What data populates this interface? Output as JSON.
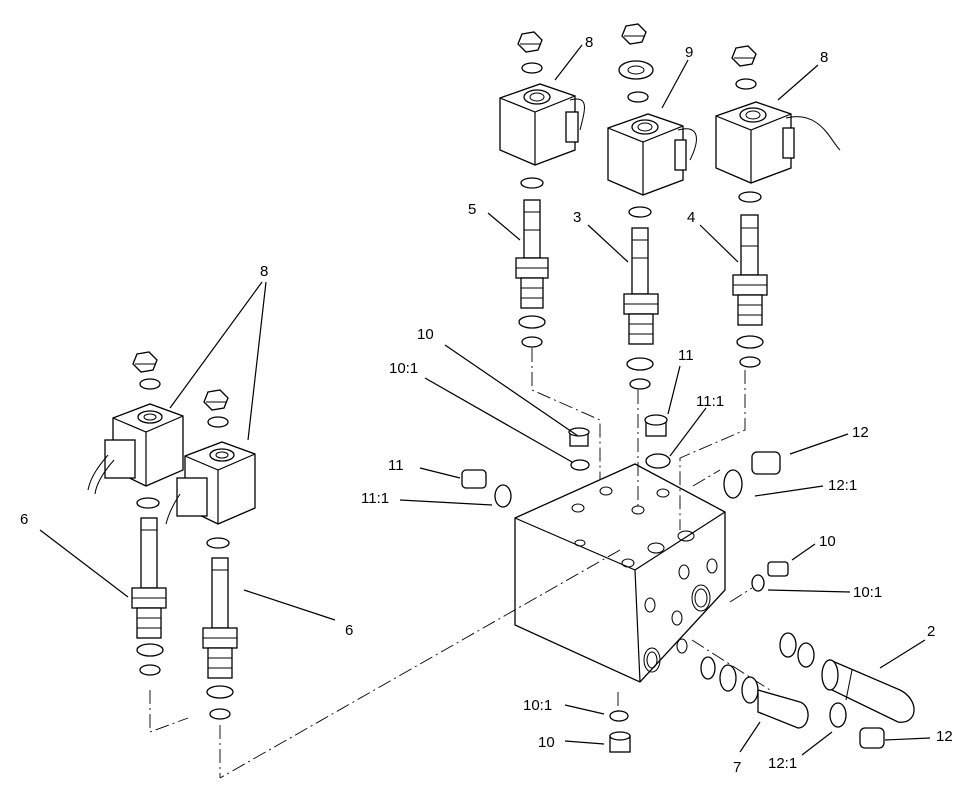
{
  "diagram": {
    "callouts": {
      "c8a": "8",
      "c9": "9",
      "c8b": "8",
      "c5": "5",
      "c3": "3",
      "c4": "4",
      "c8left": "8",
      "c10top": "10",
      "c10_1top": "10:1",
      "c11top": "11",
      "c11_1top": "11:1",
      "c11left": "11",
      "c11_1left": "11:1",
      "c12top": "12",
      "c12_1top": "12:1",
      "c10right": "10",
      "c10_1right": "10:1",
      "c6left": "6",
      "c6right": "6",
      "c2": "2",
      "c10_1bottom": "10:1",
      "c10bottom": "10",
      "c7": "7",
      "c12_1bottom": "12:1",
      "c12bottom": "12"
    }
  }
}
